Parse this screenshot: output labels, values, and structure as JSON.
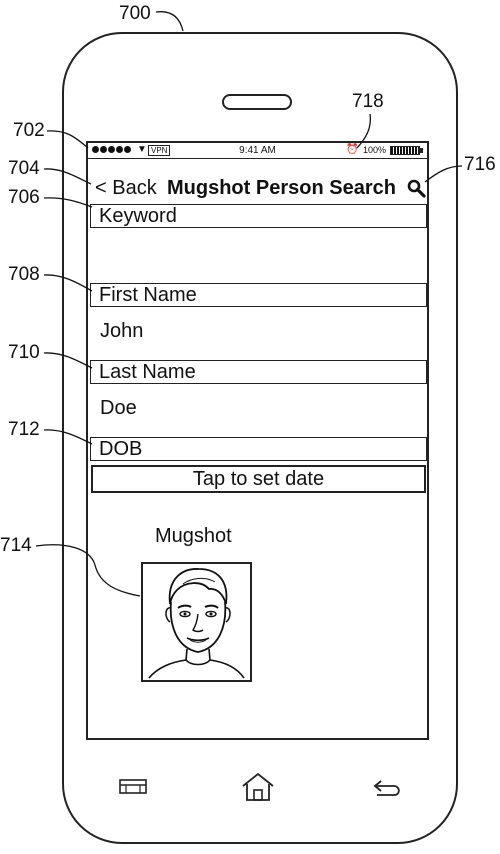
{
  "figure": {
    "refs": {
      "device": "700",
      "status_bar": "702",
      "back_button": "704",
      "keyword_field": "706",
      "first_name_field": "708",
      "last_name_field": "710",
      "dob_field": "712",
      "mugshot_image": "714",
      "search_button": "716",
      "status_indicator": "718"
    }
  },
  "status_bar": {
    "vpn": "VPN",
    "time": "9:41 AM",
    "battery": "100%"
  },
  "nav": {
    "back_label": "< Back",
    "title": "Mugshot Person Search",
    "search_icon": "magnifier-icon"
  },
  "form": {
    "keyword": {
      "label": "Keyword",
      "value": ""
    },
    "first_name": {
      "label": "First Name",
      "value": "John"
    },
    "last_name": {
      "label": "Last Name",
      "value": "Doe"
    },
    "dob": {
      "label": "DOB",
      "button": "Tap to set date"
    }
  },
  "mugshot": {
    "label": "Mugshot"
  },
  "bottom_bar": {
    "icons": [
      "menu-icon",
      "home-icon",
      "back-arrow-icon"
    ]
  }
}
